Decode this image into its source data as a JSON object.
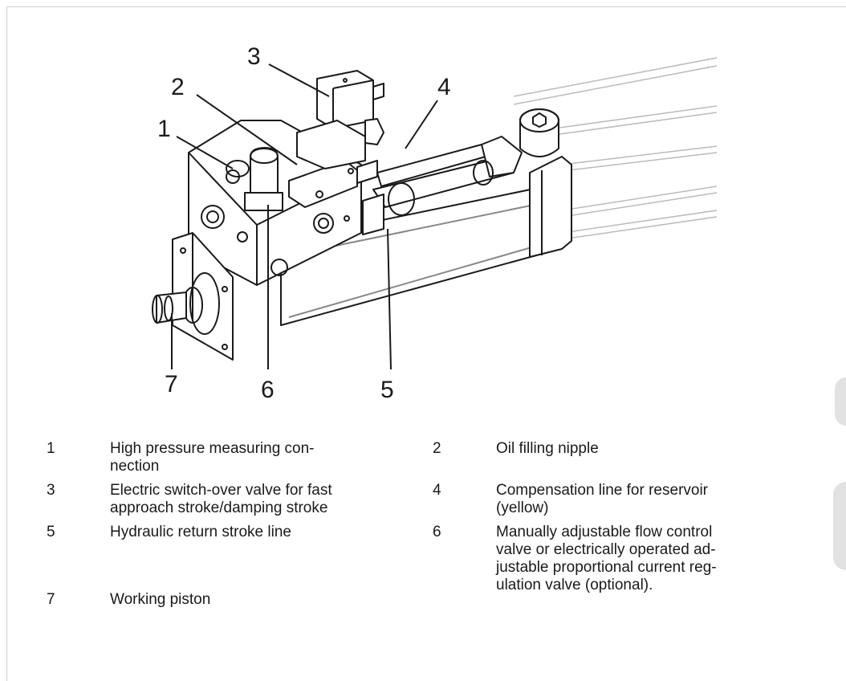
{
  "callouts": {
    "c1": "1",
    "c2": "2",
    "c3": "3",
    "c4": "4",
    "c5": "5",
    "c6": "6",
    "c7": "7"
  },
  "legend": [
    {
      "num": "1",
      "text": "High pressure measuring con-\nnection"
    },
    {
      "num": "2",
      "text": "Oil filling nipple"
    },
    {
      "num": "3",
      "text": "Electric switch-over valve for fast\napproach stroke/damping stroke"
    },
    {
      "num": "4",
      "text": "Compensation line for reservoir\n(yellow)"
    },
    {
      "num": "5",
      "text": "Hydraulic return stroke line"
    },
    {
      "num": "6",
      "text": "Manually adjustable flow control\nvalve or electrically operated ad-\njustable proportional current reg-\nulation valve (optional)."
    },
    {
      "num": "7",
      "text": "Working piston"
    }
  ]
}
